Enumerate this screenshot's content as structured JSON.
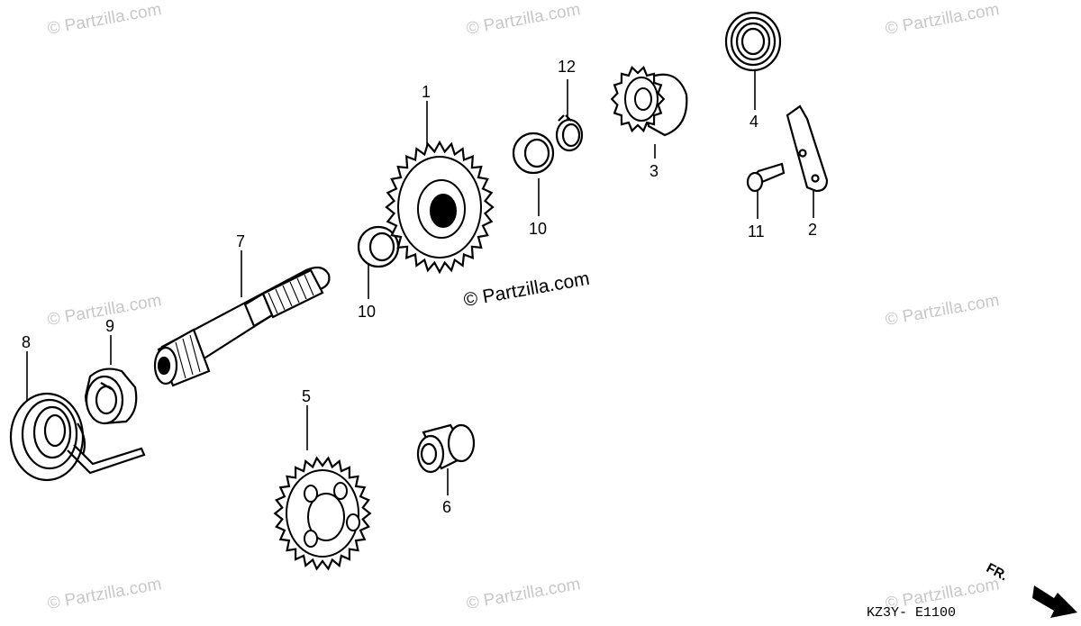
{
  "watermark_text": "© Partzilla.com",
  "center_watermark": "© Partzilla.com",
  "diagram_code": "KZ3Y- E1100",
  "direction_label": "FR.",
  "callouts": {
    "c1": "1",
    "c2": "2",
    "c3": "3",
    "c4": "4",
    "c5": "5",
    "c6": "6",
    "c7": "7",
    "c8": "8",
    "c9": "9",
    "c10a": "10",
    "c10b": "10",
    "c11": "11",
    "c12": "12"
  },
  "parts": [
    {
      "ref": "1",
      "icon": "large-gear-icon"
    },
    {
      "ref": "2",
      "icon": "stopper-plate-icon"
    },
    {
      "ref": "3",
      "icon": "ratchet-gear-icon"
    },
    {
      "ref": "4",
      "icon": "ratchet-spring-icon"
    },
    {
      "ref": "5",
      "icon": "idle-gear-icon"
    },
    {
      "ref": "6",
      "icon": "bushing-icon"
    },
    {
      "ref": "7",
      "icon": "kick-spindle-icon"
    },
    {
      "ref": "8",
      "icon": "return-spring-icon"
    },
    {
      "ref": "9",
      "icon": "spring-collar-icon"
    },
    {
      "ref": "10",
      "icon": "thrust-washer-icon"
    },
    {
      "ref": "11",
      "icon": "bolt-icon"
    },
    {
      "ref": "12",
      "icon": "snap-ring-icon"
    }
  ]
}
